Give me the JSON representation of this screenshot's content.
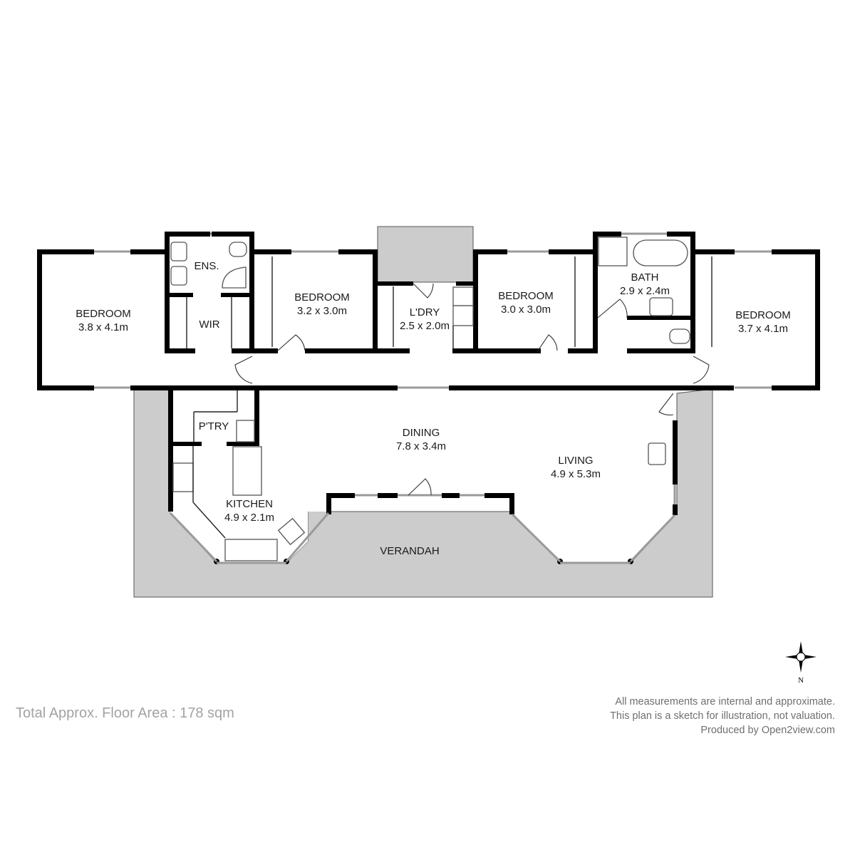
{
  "plan": {
    "rooms": [
      {
        "id": "bedroom-1",
        "name": "BEDROOM",
        "size": "3.8 x 4.1m"
      },
      {
        "id": "ensuite",
        "name": "ENS.",
        "size": ""
      },
      {
        "id": "wir",
        "name": "WIR",
        "size": ""
      },
      {
        "id": "bedroom-2",
        "name": "BEDROOM",
        "size": "3.2 x 3.0m"
      },
      {
        "id": "laundry",
        "name": "L'DRY",
        "size": "2.5 x 2.0m"
      },
      {
        "id": "bedroom-3",
        "name": "BEDROOM",
        "size": "3.0 x 3.0m"
      },
      {
        "id": "bath",
        "name": "BATH",
        "size": "2.9 x 2.4m"
      },
      {
        "id": "bedroom-4",
        "name": "BEDROOM",
        "size": "3.7 x 4.1m"
      },
      {
        "id": "pantry",
        "name": "P'TRY",
        "size": ""
      },
      {
        "id": "kitchen",
        "name": "KITCHEN",
        "size": "4.9 x 2.1m"
      },
      {
        "id": "dining",
        "name": "DINING",
        "size": "7.8 x 3.4m"
      },
      {
        "id": "living",
        "name": "LIVING",
        "size": "4.9 x 5.3m"
      },
      {
        "id": "verandah",
        "name": "VERANDAH",
        "size": ""
      }
    ],
    "colors": {
      "wall": "#000000",
      "outdoor": "#cccccc",
      "window": "#9a9a9a"
    }
  },
  "compass": {
    "label": "N"
  },
  "footer": {
    "floor_area": "Total Approx. Floor Area : 178 sqm",
    "disclaimer_line1": "All measurements are internal and approximate.",
    "disclaimer_line2": "This plan is a sketch for illustration, not valuation.",
    "producer": "Produced by Open2view.com"
  }
}
